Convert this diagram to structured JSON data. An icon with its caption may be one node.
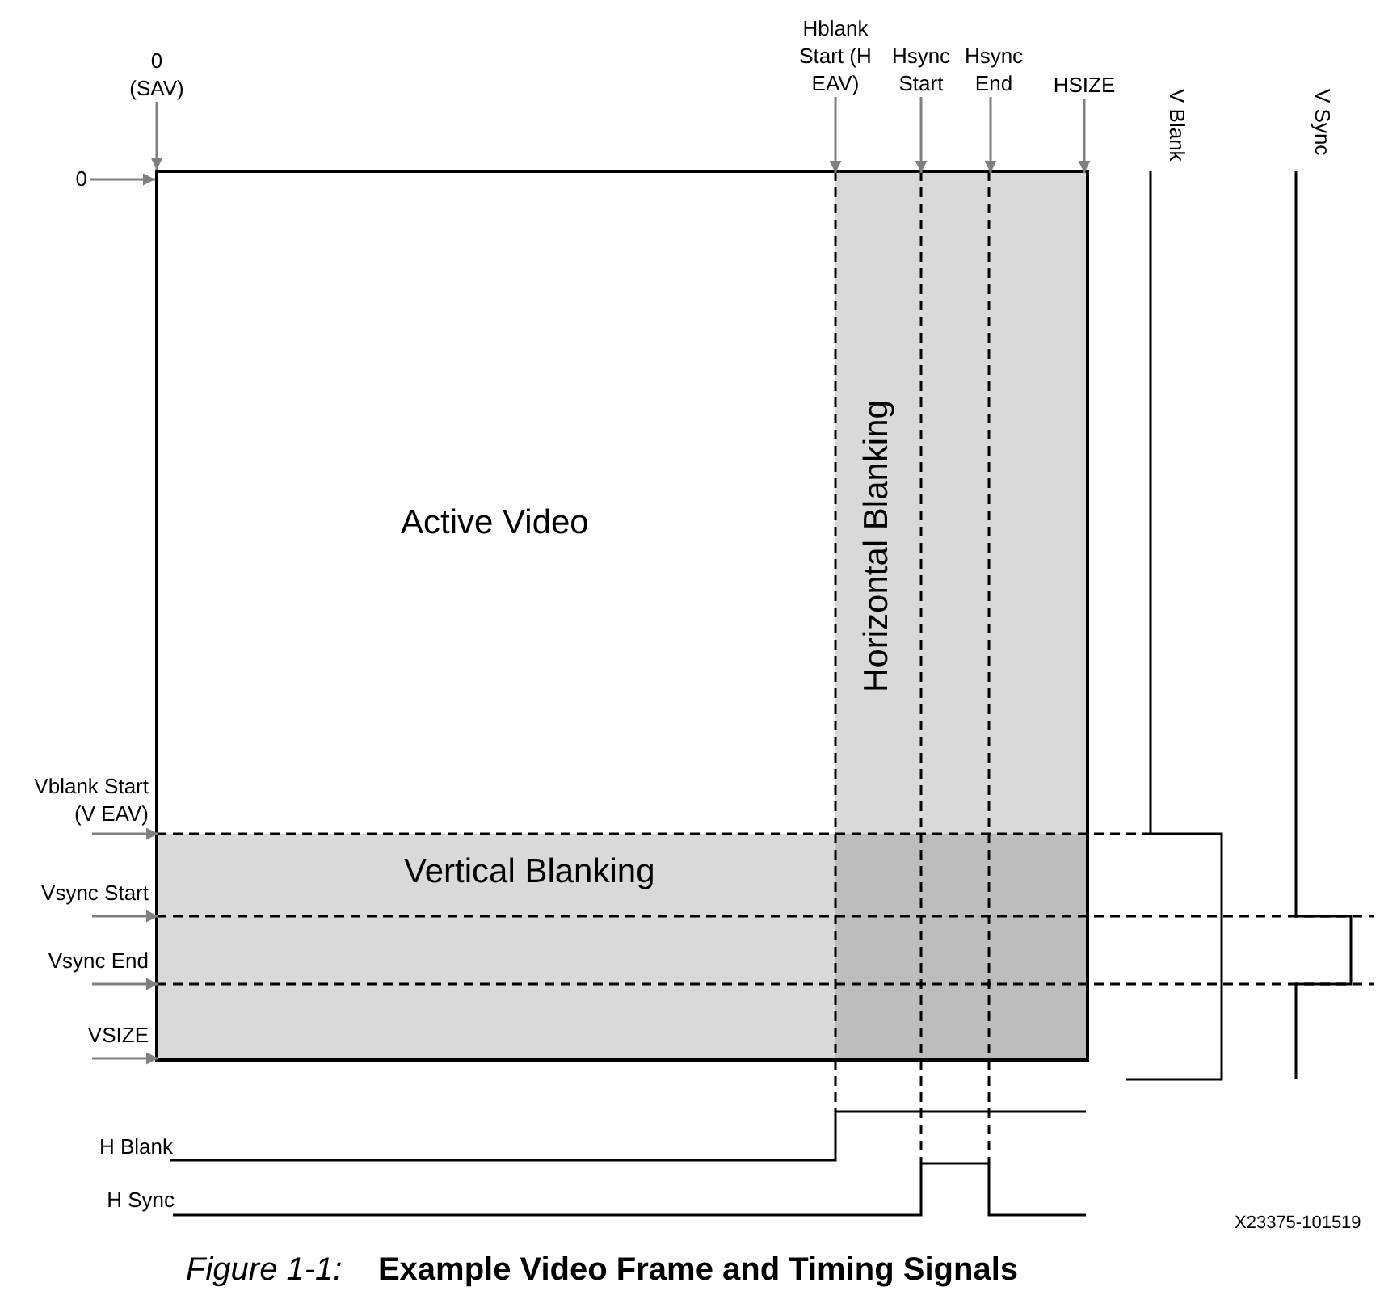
{
  "diagram": {
    "caption": "*Figure 1-1:*    **Example Video Frame and Timing Signals**",
    "nodes": [
      {
        "text": [
          "Active Video"
        ]
      },
      {
        "text": [
          "Horizontal Blanking"
        ],
        "in": 0
      },
      {
        "text": [
          "Vertical Blanking"
        ],
        "in": 0
      },
      {
        "text": [
          "0 (SAV)"
        ]
      },
      {
        "text": [
          "Hblank Start (H EAV)"
        ]
      },
      {
        "text": [
          "Hsync Start"
        ]
      },
      {
        "text": [
          "Hsync End"
        ]
      },
      {
        "text": [
          "HSIZE"
        ]
      },
      {
        "text": [
          "0"
        ]
      },
      {
        "text": [
          "Vblank Start (V EAV)"
        ]
      },
      {
        "text": [
          "Vsync Start"
        ]
      },
      {
        "text": [
          "Vsync End"
        ]
      },
      {
        "text": [
          "VSIZE"
        ]
      },
      {
        "text": [],
        "shape": "box",
        "in": 0
      }
    ],
    "edges": [
      {
        "from": 3,
        "to": 0,
        "arrow": "to"
      },
      {
        "from": 4,
        "to": 1,
        "arrow": "to"
      },
      {
        "from": 5,
        "to": 1,
        "arrow": "to"
      },
      {
        "from": 6,
        "to": 1,
        "arrow": "to"
      },
      {
        "from": 7,
        "to": 1,
        "arrow": "to"
      },
      {
        "from": 8,
        "to": 0,
        "arrow": "to"
      },
      {
        "from": 9,
        "to": 2,
        "arrow": "to"
      },
      {
        "from": 10,
        "to": 2,
        "arrow": "to"
      },
      {
        "from": 11,
        "to": 2,
        "arrow": "to"
      },
      {
        "from": 12,
        "to": 2,
        "arrow": "to"
      }
    ],
    "labels": [
      "V Blank",
      "V Sync",
      "H Blank",
      "H Sync",
      "X23375-101519"
    ]
  }
}
